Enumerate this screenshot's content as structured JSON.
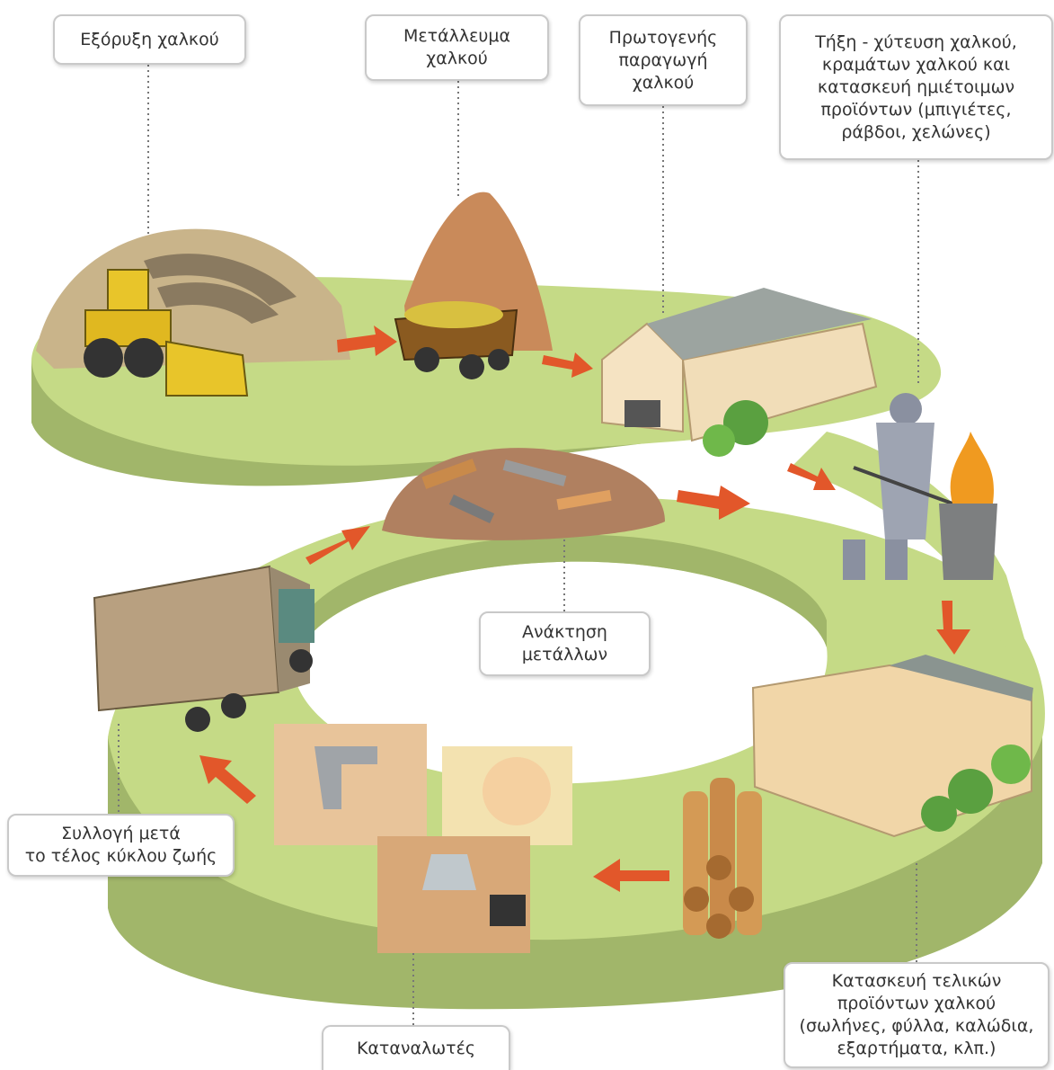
{
  "labels": {
    "mining": "Εξόρυξη χαλκού",
    "ore": "Μετάλλευμα\nχαλκού",
    "primary": "Πρωτογενής\nπαραγωγή\nχαλκού",
    "smelting": "Τήξη - χύτευση χαλκού,\nκραμάτων χαλκού και\nκατασκευή ημιέτοιμων\nπροϊόντων (μπιγιέτες,\nράβδοι, χελώνες)",
    "recovery": "Ανάκτηση\nμετάλλων",
    "collection": "Συλλογή μετά\nτο τέλος κύκλου ζωής",
    "final": "Κατασκευή τελικών\nπροϊόντων χαλκού\n(σωλήνες, φύλλα, καλώδια,\nεξαρτήματα, κλπ.)",
    "consumers": "Καταναλωτές"
  },
  "colors": {
    "path_top": "#c5da86",
    "path_side": "#a1b66a",
    "arrow": "#e2572a",
    "arrow_light": "#f0a045",
    "copper": "#c98a4a"
  }
}
